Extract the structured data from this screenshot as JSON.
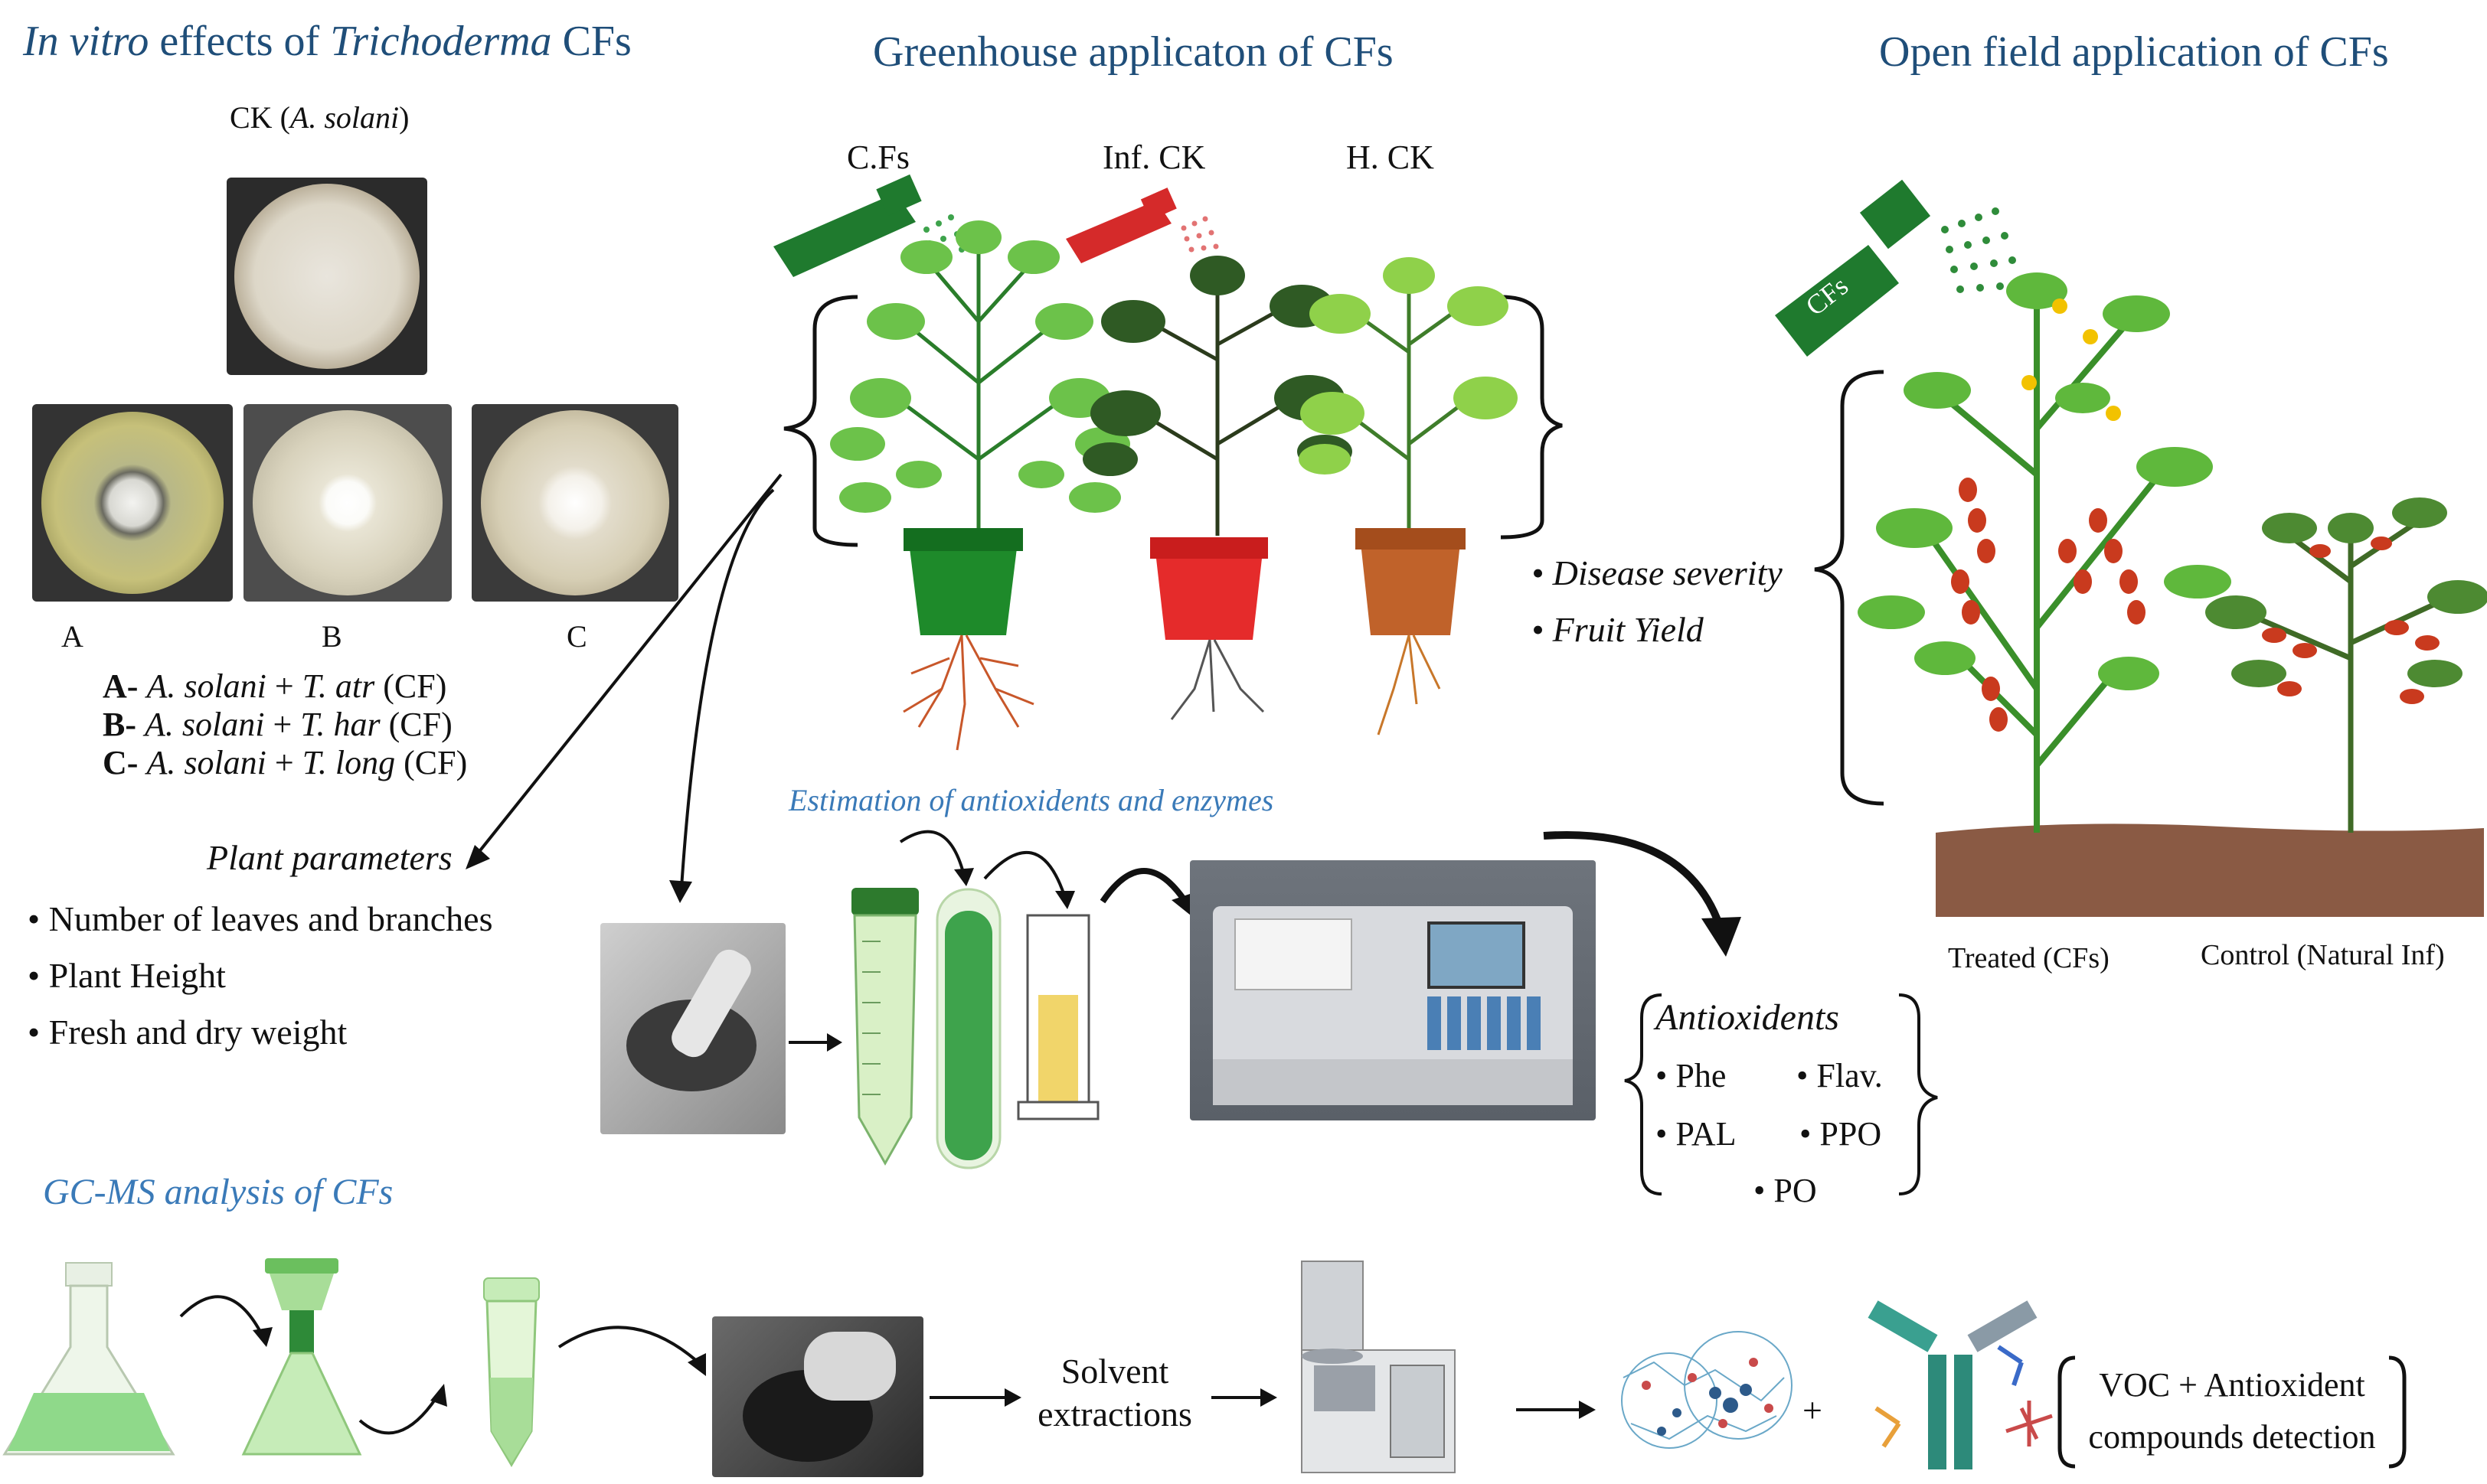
{
  "sections": {
    "invitro": {
      "title_a": "In vitro",
      "title_b": " effects of ",
      "title_c": "Trichoderma",
      "title_d": " CFs",
      "ck_label": "CK (",
      "ck_species": "A. solani",
      "ck_close": ")",
      "dish_labels": [
        "A",
        "B",
        "C"
      ],
      "legend": [
        {
          "key": "A-",
          "sp1": "A. solani",
          "plus": " + ",
          "sp2": "T. atr",
          "cf": " (CF)"
        },
        {
          "key": "B-",
          "sp1": "A. solani",
          "plus": " + ",
          "sp2": "T. har",
          "cf": " (CF)"
        },
        {
          "key": "C-",
          "sp1": "A. solani",
          "plus": " + ",
          "sp2": "T. long",
          "cf": " (CF)"
        }
      ]
    },
    "greenhouse": {
      "title": "Greenhouse applicaton of CFs",
      "pot_labels": [
        "C.Fs",
        "Inf. CK",
        "H. CK"
      ],
      "outcomes": [
        "• Disease severity",
        "• Fruit Yield"
      ]
    },
    "openfield": {
      "title": "Open field application of CFs",
      "sprayer_label": "CFs",
      "treated_label": "Treated (CFs)",
      "control_label": "Control (Natural Inf)"
    },
    "plant_params": {
      "title": "Plant parameters",
      "items": [
        "• Number of leaves and branches",
        "• Plant Height",
        "• Fresh and dry weight"
      ]
    },
    "estimation": {
      "title": "Estimation of antioxidents and enzymes"
    },
    "antioxidents": {
      "title": "Antioxidents",
      "items": [
        "• Phe",
        "• Flav.",
        "• PAL",
        "• PPO",
        "• PO"
      ]
    },
    "gcms": {
      "title": "GC-MS analysis of CFs",
      "solvent_l1": "Solvent",
      "solvent_l2": "extractions",
      "plus": "+",
      "detect_l1": "VOC + Antioxident",
      "detect_l2": "compounds detection"
    }
  },
  "colors": {
    "title_blue": "#1f4e79",
    "estimation_blue": "#3a7ab8",
    "sprayer_green": "#1f7a2e",
    "sprayer_red": "#d52a2a",
    "pot_green": "#1e8a2a",
    "pot_red": "#e52b2b",
    "pot_terracotta": "#c0622a",
    "soil": "#8a5a44"
  }
}
